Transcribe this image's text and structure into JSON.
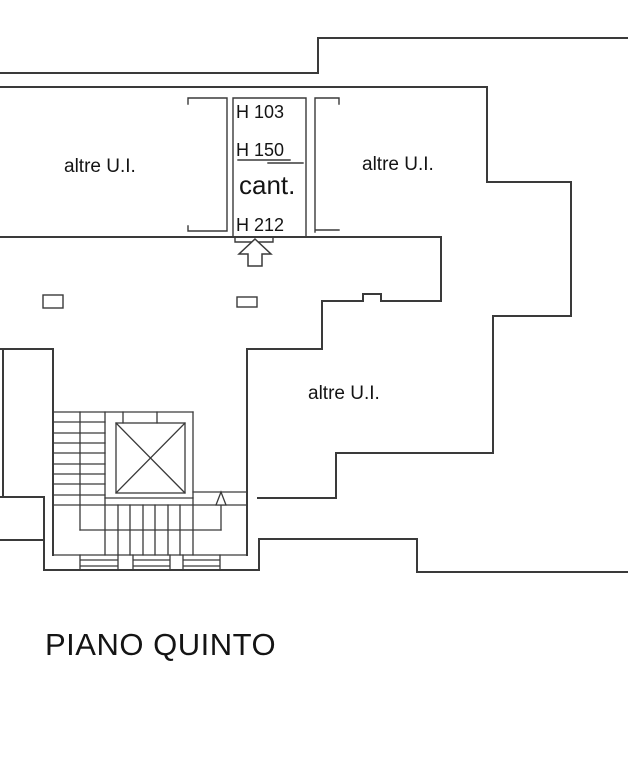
{
  "plan": {
    "title": "PIANO QUINTO",
    "rooms": {
      "left_unit": "altre U.I.",
      "right_unit": "altre U.I.",
      "middle_unit": "altre U.I.",
      "cellar": "cant."
    },
    "heights": {
      "h_low": "H 103",
      "h_mid": "H 150",
      "h_high": "H 212"
    },
    "colors": {
      "line": "#3a3a3a",
      "text": "#141414",
      "background": "#ffffff"
    }
  }
}
